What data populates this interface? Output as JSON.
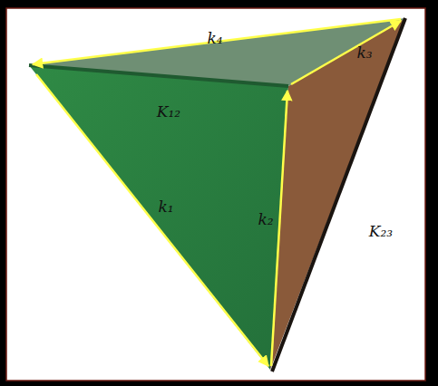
{
  "diagram": {
    "labels": [
      "k₄",
      "K₁₂",
      "k₃",
      "k₁",
      "k₂",
      "K₂₃"
    ]
  }
}
